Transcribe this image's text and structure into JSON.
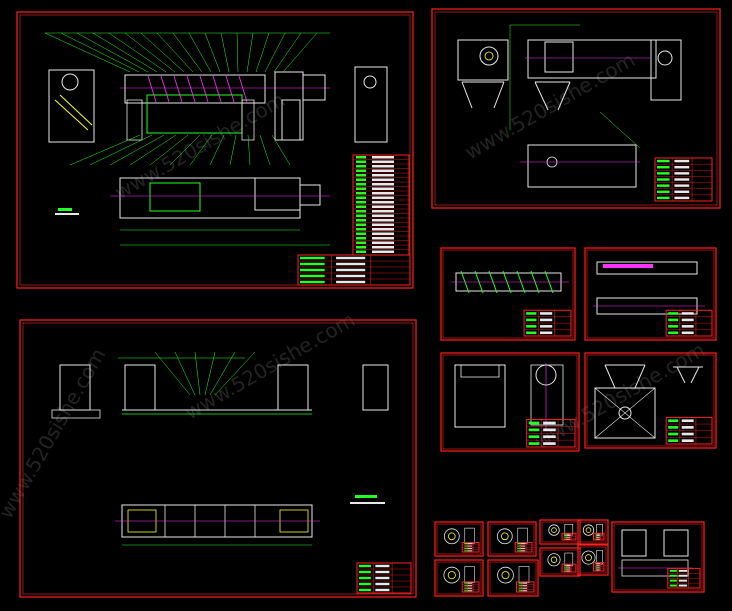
{
  "watermark": "www.520sishe.com",
  "colors": {
    "background": "#000000",
    "frame": "#ff2020",
    "border_white": "#ffffff",
    "drawing_green": "#22ff22",
    "drawing_yellow": "#ffff22",
    "drawing_magenta": "#ff33ff",
    "drawing_cyan": "#33ffff",
    "drawing_white": "#e8e8e8",
    "title_block_red": "#ff2020"
  },
  "sheets": [
    {
      "id": "assembly-drawing",
      "kind": "screw-conveyor-assembly"
    },
    {
      "id": "housing-drawing",
      "kind": "housing-views"
    },
    {
      "id": "frame-drawing",
      "kind": "base-frame"
    },
    {
      "id": "screw-shaft-drawing",
      "kind": "screw-flight"
    },
    {
      "id": "shaft-drawing",
      "kind": "shaft"
    },
    {
      "id": "cover-plate-drawing",
      "kind": "plate"
    },
    {
      "id": "hopper-drawing",
      "kind": "hopper"
    },
    {
      "id": "parts-sheet-1",
      "kind": "bearing-part"
    },
    {
      "id": "parts-sheet-2",
      "kind": "flange-part"
    },
    {
      "id": "parts-sheet-3",
      "kind": "small-part"
    },
    {
      "id": "parts-sheet-4",
      "kind": "small-part"
    },
    {
      "id": "parts-sheet-5",
      "kind": "bearing-part"
    },
    {
      "id": "parts-sheet-6",
      "kind": "flange-part"
    },
    {
      "id": "parts-sheet-7",
      "kind": "small-part"
    },
    {
      "id": "parts-sheet-8",
      "kind": "small-part"
    },
    {
      "id": "support-drawing",
      "kind": "support-bracket"
    }
  ]
}
